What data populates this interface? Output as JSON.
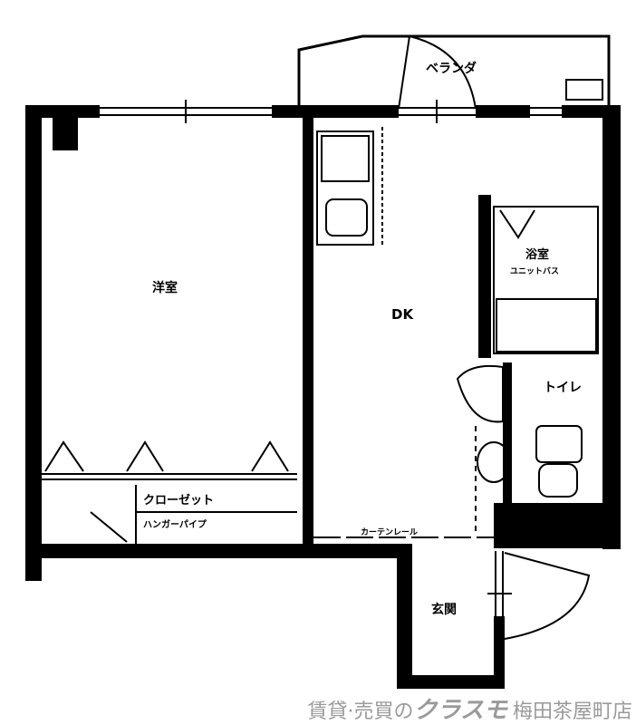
{
  "floorplan": {
    "rooms": {
      "balcony": "ベランダ",
      "western_room": "洋室",
      "dk": "DK",
      "bath": "浴室",
      "unit_bath": "ユニットバス",
      "toilet": "トイレ",
      "closet": "クローゼット",
      "hanger_pipe": "ハンガーパイプ",
      "curtain_rail": "カーテンレール",
      "entrance": "玄関"
    },
    "colors": {
      "wall": "#000000",
      "watermark": "#9a9a9a"
    }
  },
  "watermark": {
    "prefix": "賃貸·売買の",
    "brand": "クラスモ",
    "store": "梅田茶屋町店"
  }
}
